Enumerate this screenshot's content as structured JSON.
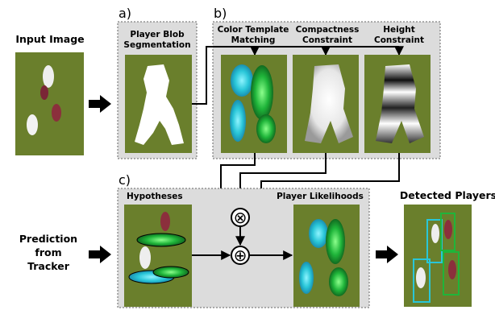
{
  "input": {
    "title": "Input Image"
  },
  "panel_a": {
    "tag": "a)",
    "title_line1": "Player Blob",
    "title_line2": "Segmentation"
  },
  "panel_b": {
    "tag": "b)",
    "col1_line1": "Color Template",
    "col1_line2": "Matching",
    "col2_line1": "Compactness",
    "col2_line2": "Constraint",
    "col3_line1": "Height",
    "col3_line2": "Constraint"
  },
  "panel_c": {
    "tag": "c)",
    "hypotheses": "Hypotheses",
    "likelihoods": "Player Likelihoods"
  },
  "tracker": {
    "line1": "Prediction",
    "line2": "from",
    "line3": "Tracker"
  },
  "output": {
    "title": "Detected Players"
  },
  "operators": {
    "multiply": "⊗",
    "add": "⊕"
  },
  "colors": {
    "grass": "#6a7f2c",
    "cyan": "#29c6d8",
    "green": "#1fb53a",
    "panel_bg": "#dcdcdc"
  }
}
